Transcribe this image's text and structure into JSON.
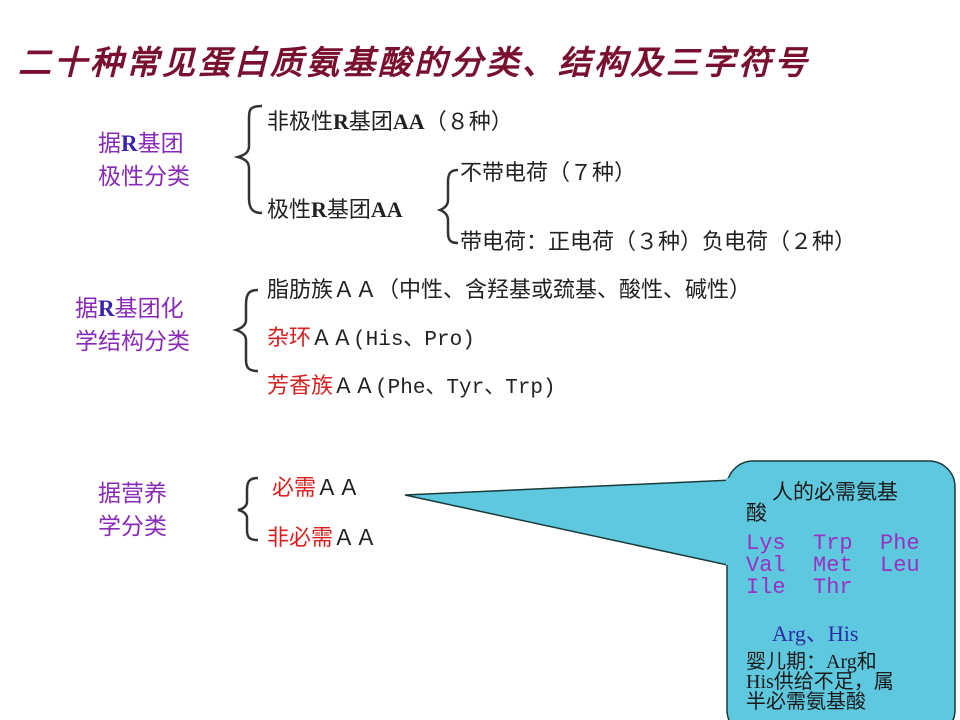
{
  "title": "二十种常见蛋白质氨基酸的分类、结构及三字符号",
  "group1": {
    "cat_line1_pre": "据",
    "cat_line1_r": "R",
    "cat_line1_post": "基团",
    "cat_line2": "极性分类",
    "nonpolar_pre": "非极性",
    "nonpolar_r": "R",
    "nonpolar_mid": "基团",
    "nonpolar_aa": "AA",
    "nonpolar_count": "（８种）",
    "polar_pre": "极性",
    "polar_r": "R",
    "polar_mid": "基团",
    "polar_aa": "AA",
    "uncharged": "不带电荷（７种）",
    "charged": "带电荷：正电荷（３种）负电荷（２种）"
  },
  "group2": {
    "cat_line1_pre": "据",
    "cat_line1_r": "R",
    "cat_line1_post": "基团化",
    "cat_line2": "学结构分类",
    "aliphatic": "脂肪族ＡＡ（中性、含羟基或巯基、酸性、碱性）",
    "hetero_label": "杂环",
    "hetero_rest": "ＡＡ(His、Pro)",
    "aromatic_label": "芳香族",
    "aromatic_rest": "ＡＡ(Phe、Tyr、Trp)"
  },
  "group3": {
    "cat_line1": "据营养",
    "cat_line2": "学分类",
    "essential_label": "必需",
    "essential_rest": "ＡＡ",
    "nonessential_label": "非必需",
    "nonessential_rest": "ＡＡ"
  },
  "callout": {
    "heading_line1": "人的必需氨基",
    "heading_line2": "酸",
    "aa_row1": [
      "Lys",
      "Trp",
      "Phe"
    ],
    "aa_row2": [
      "Val",
      "Met",
      "Leu"
    ],
    "aa_row3": [
      "Ile",
      "Thr",
      ""
    ],
    "extra": "Arg、His",
    "note_line1": "婴儿期：Arg和",
    "note_line2": "His供给不足，属",
    "note_line3": "半必需氨基酸",
    "colors": {
      "fill": "#5ec8de",
      "border": "#1a3a3a",
      "aa": "#9b2fc4",
      "extra": "#2b2ba6"
    }
  }
}
